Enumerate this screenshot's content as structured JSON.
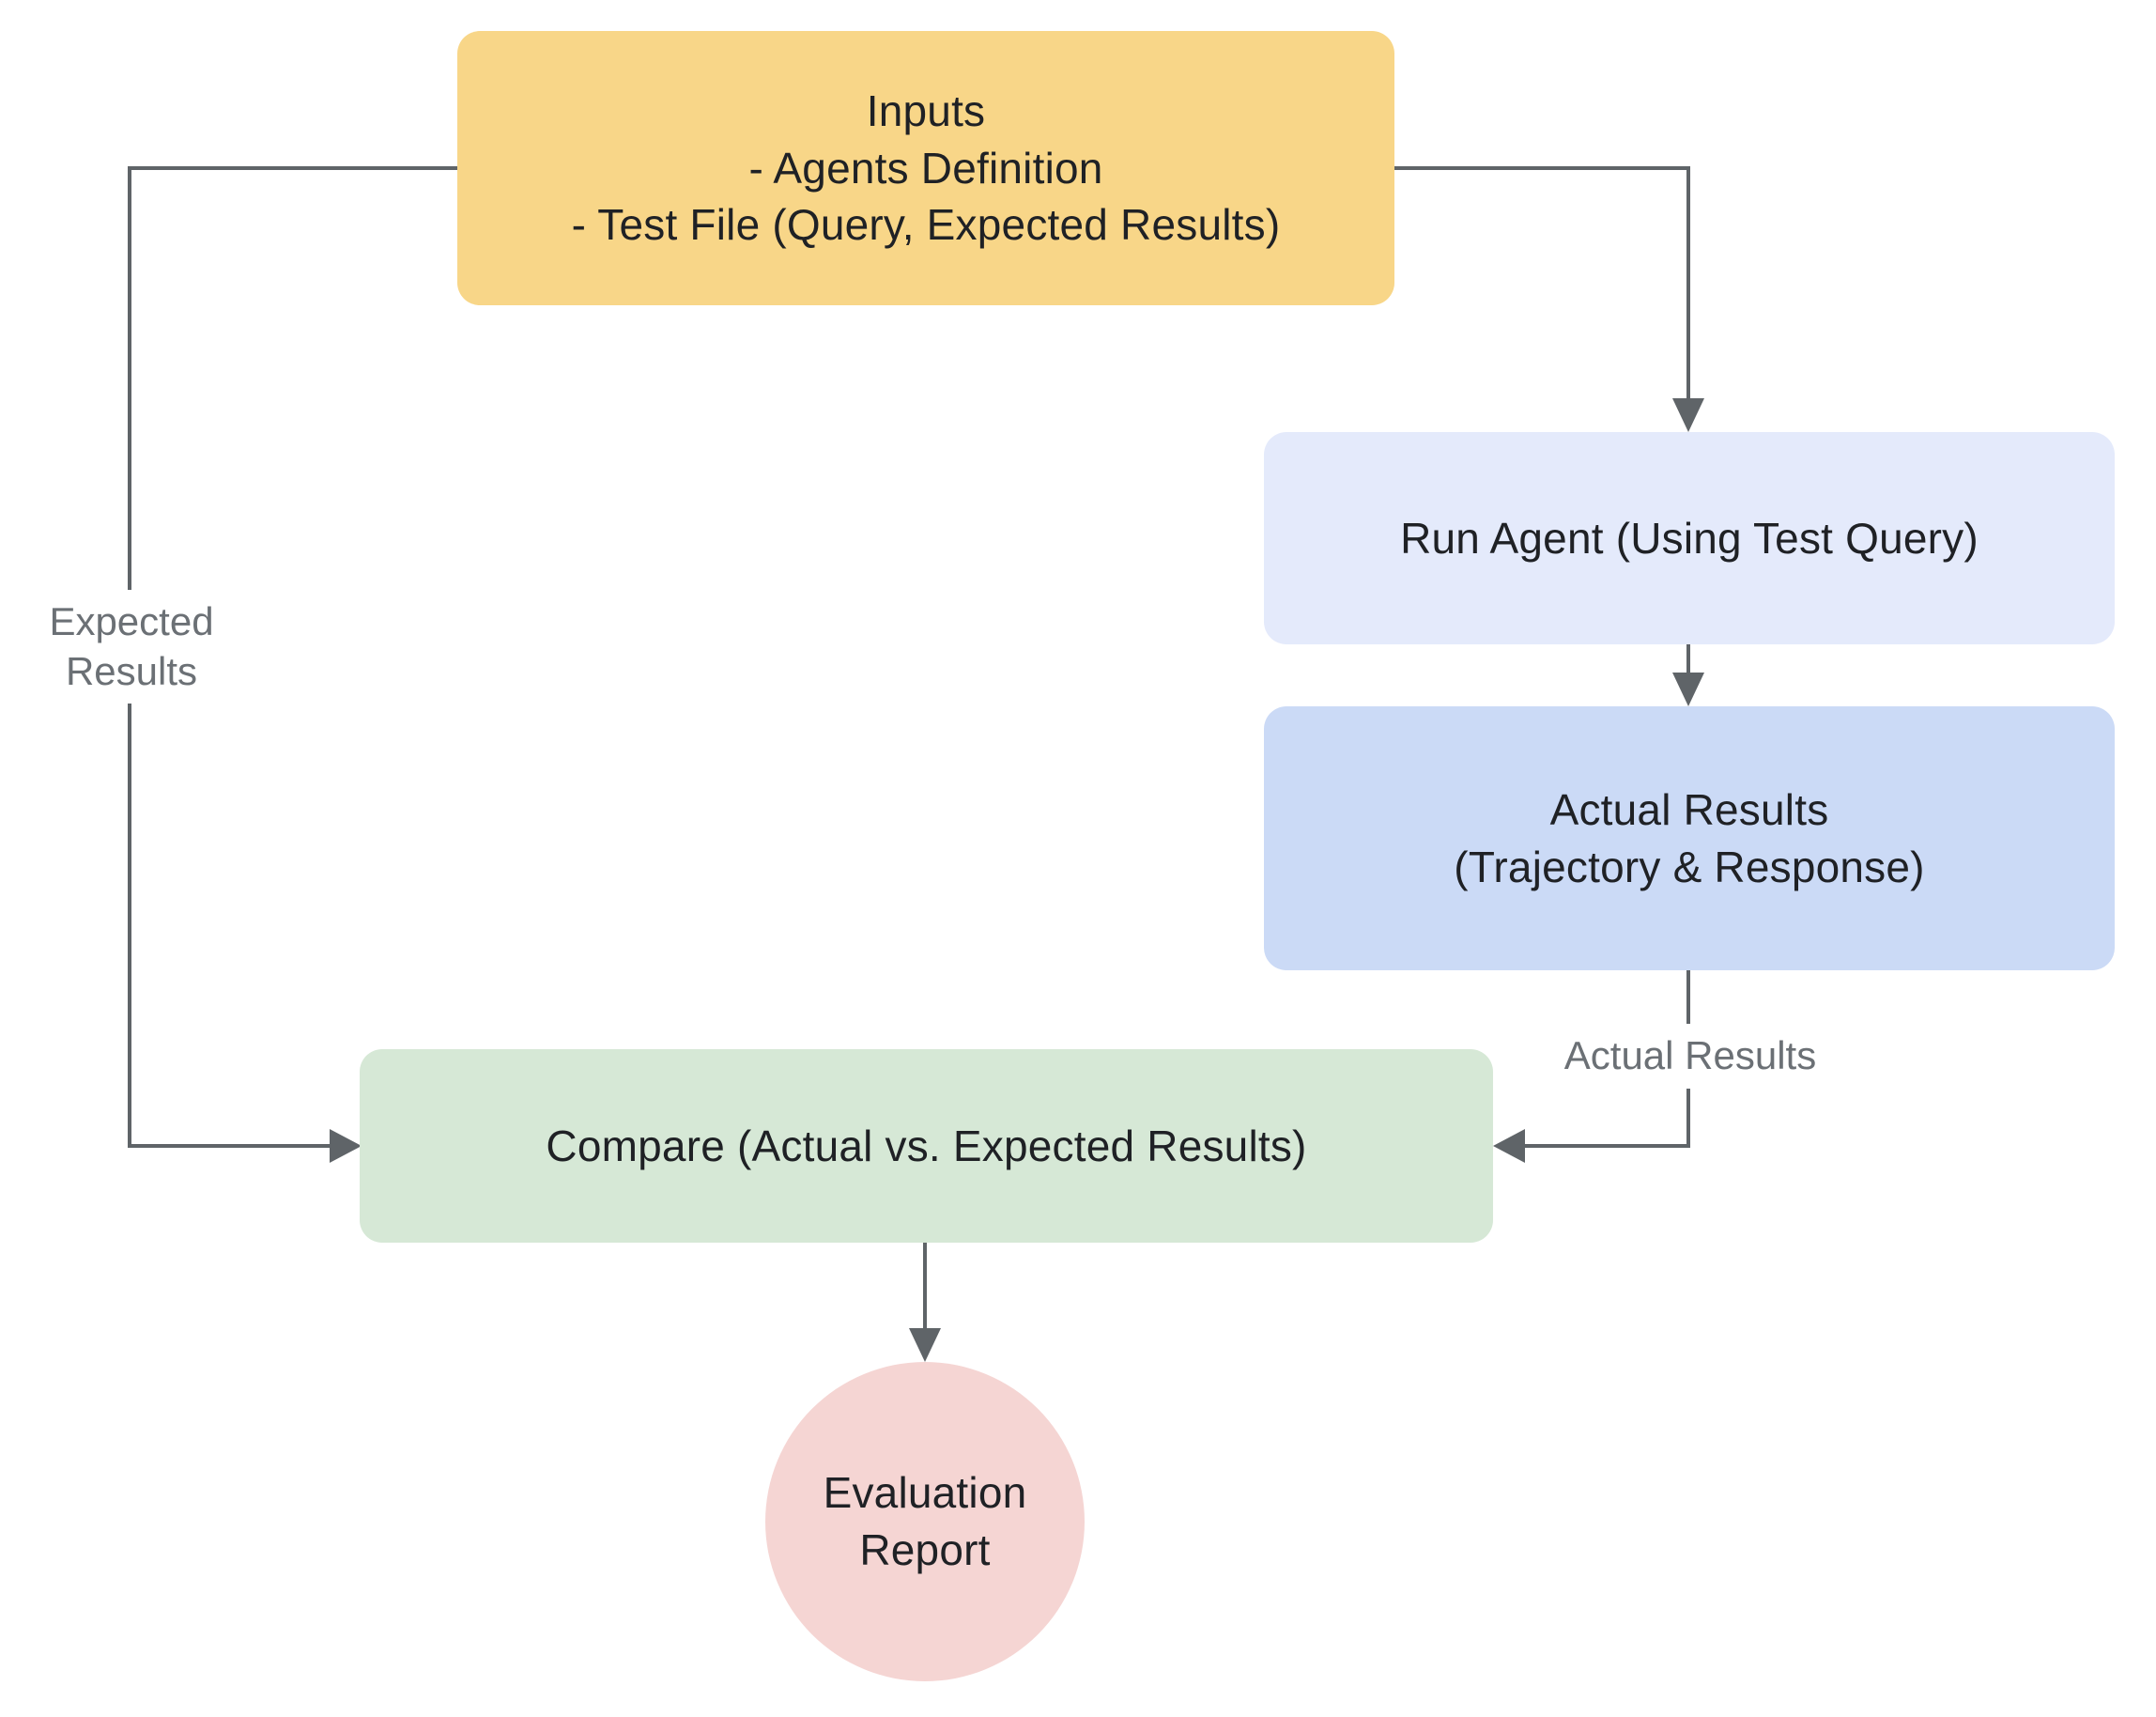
{
  "diagram": {
    "background": "#ffffff",
    "stroke_color": "#5f6468",
    "node_text_color": "#1f2125",
    "edge_label_color": "#6b7075",
    "nodes": {
      "inputs": {
        "shape": "rounded-rect",
        "fill": "#F8D688",
        "lines": [
          "Inputs",
          "- Agents Definition",
          "- Test File (Query, Expected Results)"
        ]
      },
      "run_agent": {
        "shape": "rounded-rect",
        "fill": "#E4EAFB",
        "lines": [
          "Run Agent (Using Test Query)"
        ]
      },
      "actual_results": {
        "shape": "rounded-rect",
        "fill": "#CBDAF6",
        "lines": [
          "Actual Results",
          "(Trajectory & Response)"
        ]
      },
      "compare": {
        "shape": "rounded-rect",
        "fill": "#D6E8D6",
        "lines": [
          "Compare (Actual vs. Expected Results)"
        ]
      },
      "evaluation_report": {
        "shape": "circle",
        "fill": "#F5D5D3",
        "lines": [
          "Evaluation",
          "Report"
        ]
      }
    },
    "edge_labels": {
      "expected_results": {
        "line1": "Expected",
        "line2": "Results"
      },
      "actual_results": {
        "line1": "Actual Results"
      }
    },
    "edges": [
      {
        "from": "inputs",
        "to": "compare",
        "label": "Expected Results"
      },
      {
        "from": "inputs",
        "to": "run_agent",
        "label": ""
      },
      {
        "from": "run_agent",
        "to": "actual_results",
        "label": ""
      },
      {
        "from": "actual_results",
        "to": "compare",
        "label": "Actual Results"
      },
      {
        "from": "compare",
        "to": "evaluation_report",
        "label": ""
      }
    ]
  }
}
